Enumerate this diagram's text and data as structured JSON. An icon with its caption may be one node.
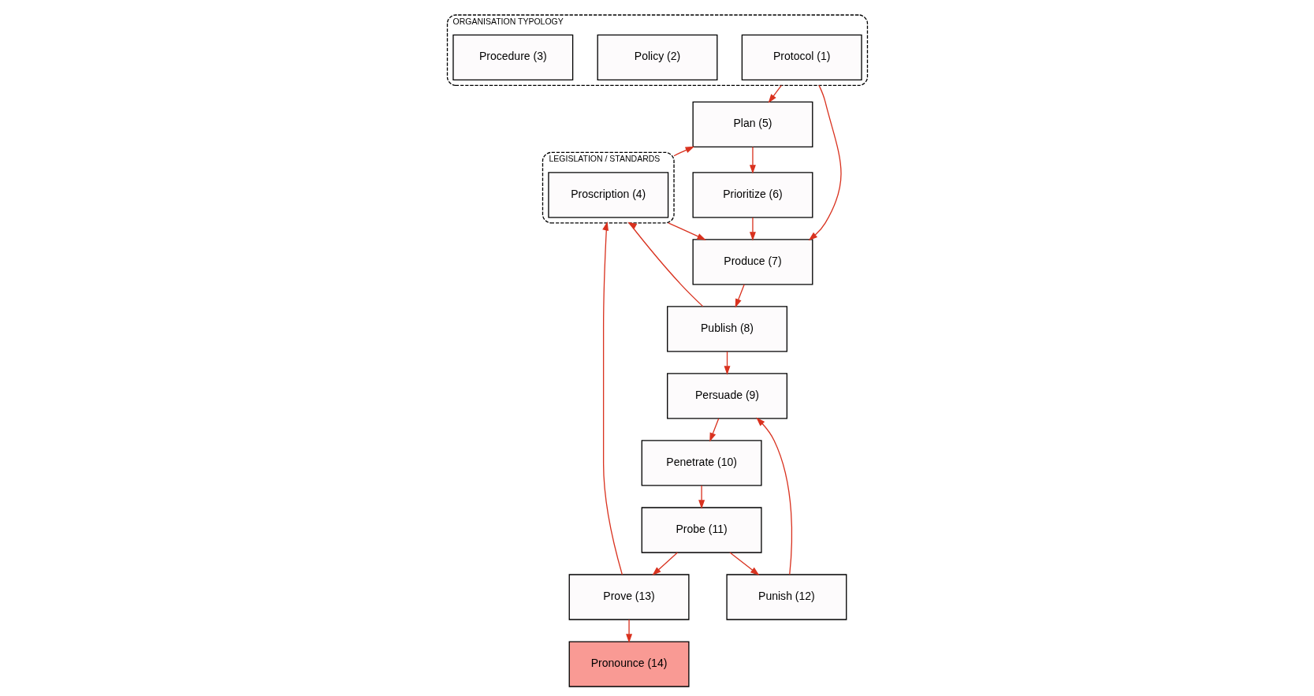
{
  "diagram": {
    "nodes": [
      {
        "text": [
          "ORGANISATION TYPOLOGY"
        ]
      },
      {
        "text": [
          "Protocol (1)"
        ],
        "in": 0
      },
      {
        "text": [
          "Policy (2)"
        ],
        "in": 0
      },
      {
        "text": [
          "Procedure (3)"
        ],
        "in": 0
      },
      {
        "text": [
          "LEGISLATION / STANDARDS"
        ]
      },
      {
        "text": [
          "Proscription (4)"
        ],
        "in": 4
      },
      {
        "text": [
          "Plan (5)"
        ]
      },
      {
        "text": [
          "Prioritize (6)"
        ]
      },
      {
        "text": [
          "Produce (7)"
        ]
      },
      {
        "text": [
          "Pronounce (14)"
        ]
      },
      {
        "text": [
          "Publish (8)"
        ]
      },
      {
        "text": [
          "Penetrate (10)"
        ]
      },
      {
        "text": [
          "Prove (13)"
        ]
      },
      {
        "text": [
          "Persuade (9)"
        ]
      },
      {
        "text": [
          "Probe (11)"
        ]
      },
      {
        "text": [
          "Punish (12)"
        ]
      }
    ],
    "edges": [
      {
        "from": 0,
        "to": 6,
        "arrow": "to"
      },
      {
        "from": 0,
        "to": 8,
        "arrow": "to"
      },
      {
        "from": 6,
        "to": 7,
        "arrow": "to"
      },
      {
        "from": 7,
        "to": 8,
        "arrow": "to"
      },
      {
        "from": 8,
        "to": 10,
        "arrow": "to"
      },
      {
        "from": 4,
        "to": 8,
        "arrow": "to"
      },
      {
        "from": 4,
        "to": 6,
        "arrow": "to"
      },
      {
        "from": 10,
        "to": 13,
        "arrow": "to"
      },
      {
        "from": 10,
        "to": 4,
        "arrow": "to"
      },
      {
        "from": 13,
        "to": 11,
        "arrow": "to"
      },
      {
        "from": 11,
        "to": 14,
        "arrow": "to"
      },
      {
        "from": 14,
        "to": 15,
        "arrow": "to"
      },
      {
        "from": 15,
        "to": 13,
        "arrow": "to"
      },
      {
        "from": 14,
        "to": 12,
        "arrow": "to"
      },
      {
        "from": 12,
        "to": 9,
        "arrow": "to"
      },
      {
        "from": 12,
        "to": 4,
        "arrow": "to"
      }
    ]
  }
}
